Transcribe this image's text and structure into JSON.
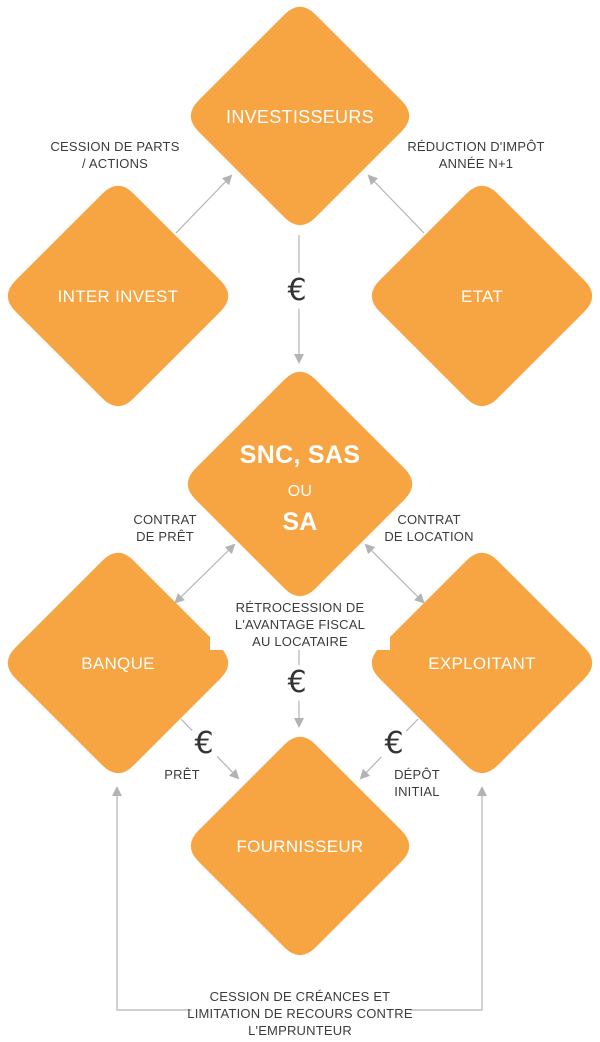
{
  "colors": {
    "node_fill": "#f7a443",
    "arrow": "#b3b3b3",
    "text": "#3c3c3c"
  },
  "nodes": {
    "investisseurs": "INVESTISSEURS",
    "inter_invest": "INTER INVEST",
    "etat": "ETAT",
    "snc_top": "SNC, SAS",
    "snc_mid": "OU",
    "snc_bottom": "SA",
    "banque": "BANQUE",
    "exploitant": "EXPLOITANT",
    "fournisseur": "FOURNISSEUR"
  },
  "labels": {
    "cession_parts": "CESSION DE PARTS\n/ ACTIONS",
    "reduction_impot": "RÉDUCTION D'IMPÔT\nANNÉE N+1",
    "contrat_pret": "CONTRAT\nDE PRÊT",
    "contrat_location": "CONTRAT\nDE LOCATION",
    "retrocession": "RÉTROCESSION DE\nL'AVANTAGE FISCAL\nAU LOCATAIRE",
    "pret": "PRÊT",
    "depot_initial": "DÉPÔT\nINITIAL",
    "cession_creances": "CESSION DE CRÉANCES ET\nLIMITATION DE RECOURS CONTRE\nL'EMPRUNTEUR"
  },
  "icons": {
    "euro_symbol": "€",
    "euro_icon_name": "euro-icon"
  }
}
